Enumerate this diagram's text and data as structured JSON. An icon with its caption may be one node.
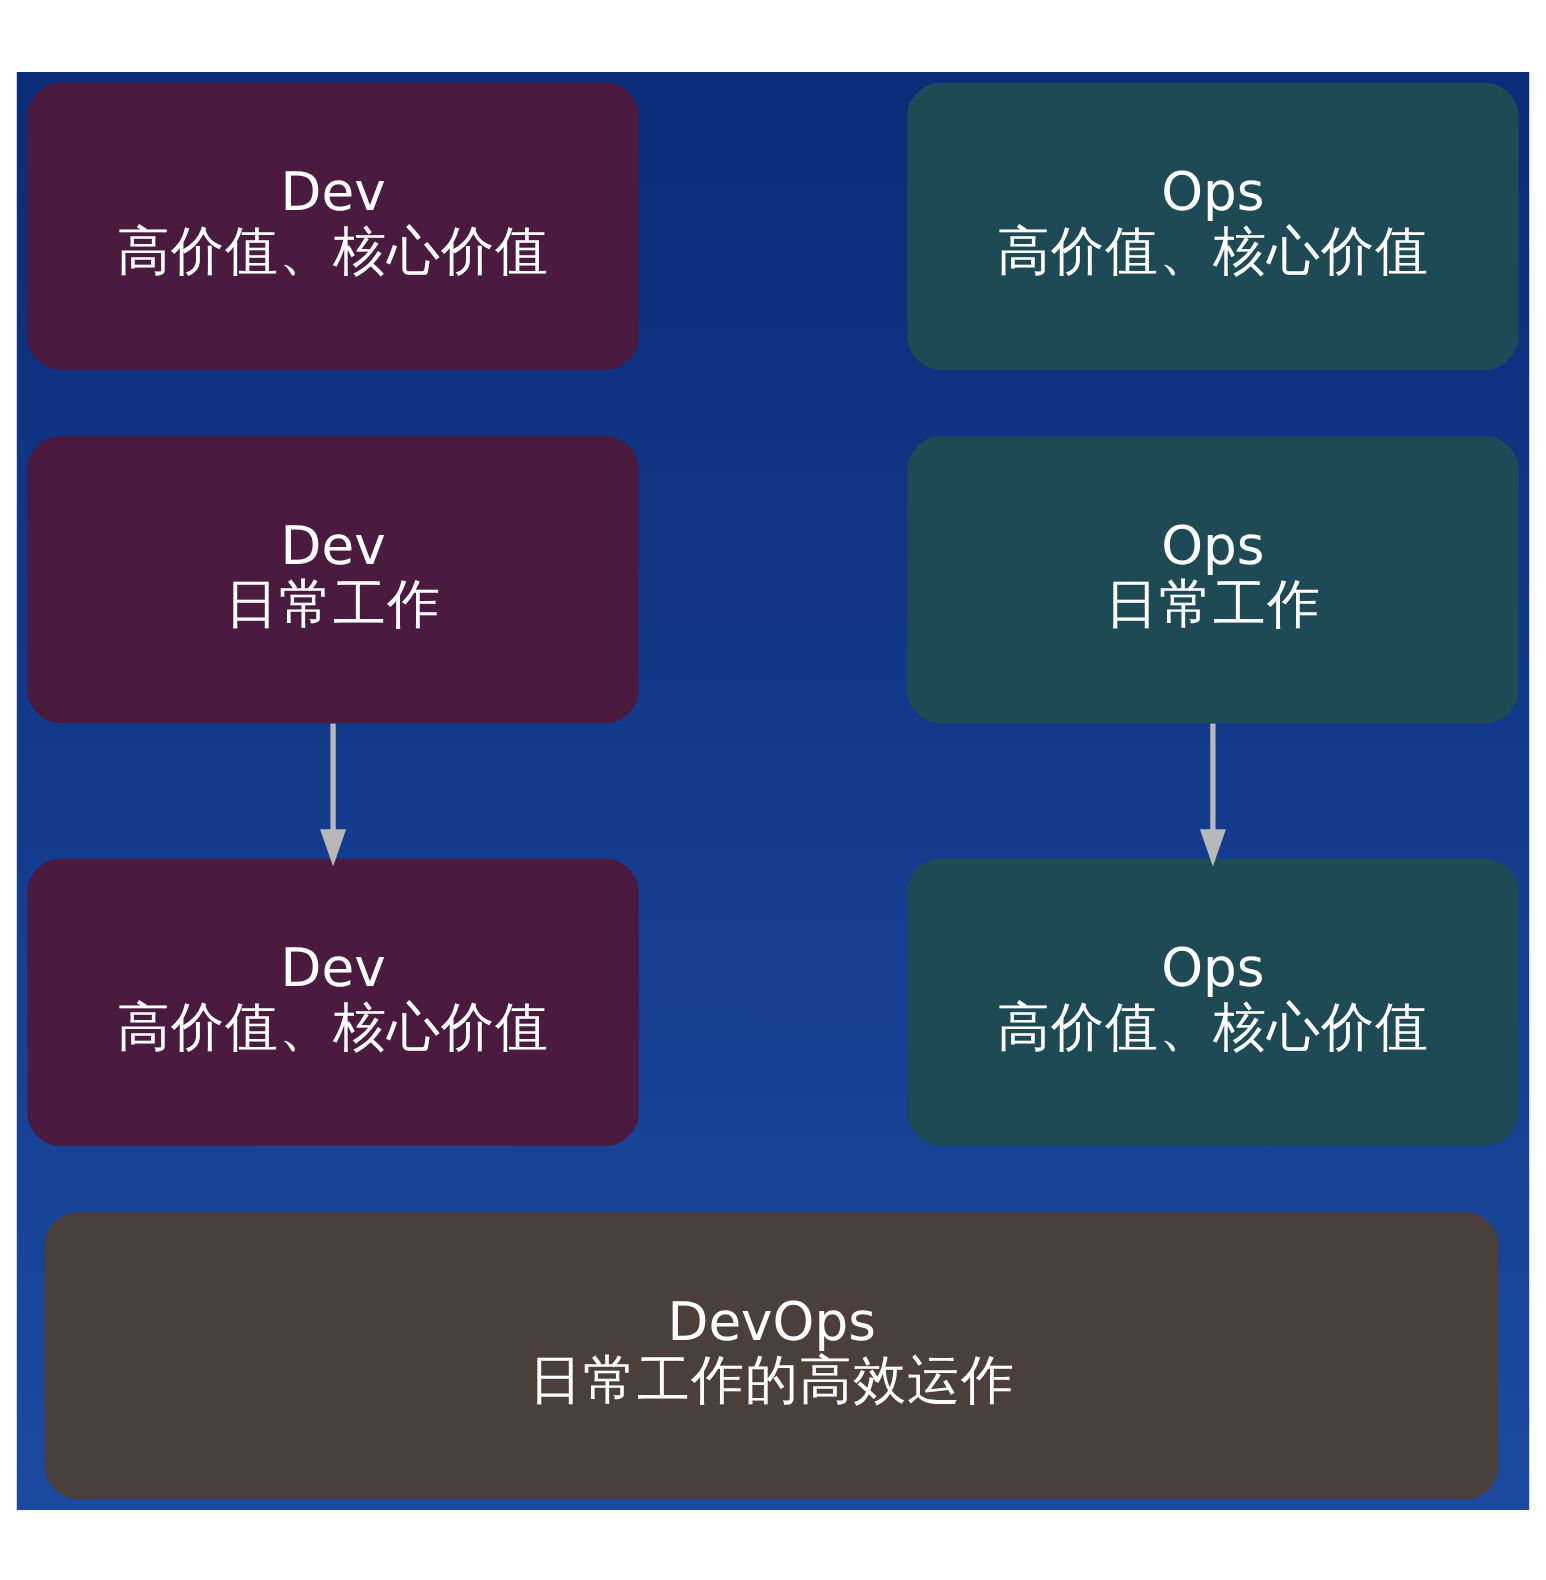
{
  "diagram": {
    "nodes": [
      {
        "text": [
          "Dev",
          "高价值、核心价值"
        ]
      },
      {
        "text": [
          "Ops",
          "高价值、核心价值"
        ]
      },
      {
        "text": [
          "Dev",
          "日常工作"
        ]
      },
      {
        "text": [
          "Ops",
          "日常工作"
        ]
      },
      {
        "text": [
          "Dev",
          "高价值、核心价值"
        ]
      },
      {
        "text": [
          "Ops",
          "高价值、核心价值"
        ]
      },
      {
        "text": [
          "DevOps",
          "日常工作的高效运作"
        ]
      }
    ],
    "edges": [
      {
        "from": 2,
        "to": 4,
        "arrow": "to"
      },
      {
        "from": 3,
        "to": 5,
        "arrow": "to"
      }
    ]
  }
}
